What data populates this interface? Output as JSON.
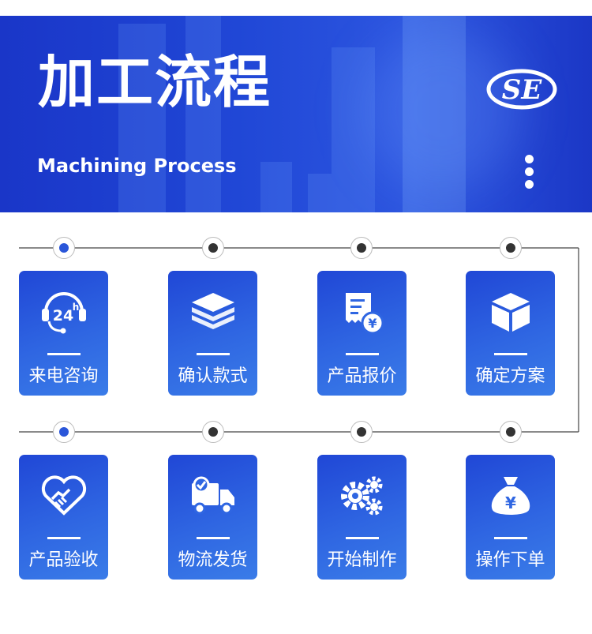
{
  "banner": {
    "title_cn": "加工流程",
    "title_en": "Machining Process",
    "logo_text": "SE"
  },
  "steps": [
    {
      "label": "来电咨询",
      "icon": "headset-24h-icon"
    },
    {
      "label": "确认款式",
      "icon": "layers-icon"
    },
    {
      "label": "产品报价",
      "icon": "quote-receipt-icon"
    },
    {
      "label": "确定方案",
      "icon": "box-icon"
    },
    {
      "label": "产品验收",
      "icon": "handshake-heart-icon"
    },
    {
      "label": "物流发货",
      "icon": "delivery-truck-icon"
    },
    {
      "label": "开始制作",
      "icon": "gears-icon"
    },
    {
      "label": "操作下单",
      "icon": "money-bag-icon"
    }
  ],
  "colors": {
    "accent": "#2047d6",
    "node_active": "#2a56d9",
    "node": "#333333"
  }
}
